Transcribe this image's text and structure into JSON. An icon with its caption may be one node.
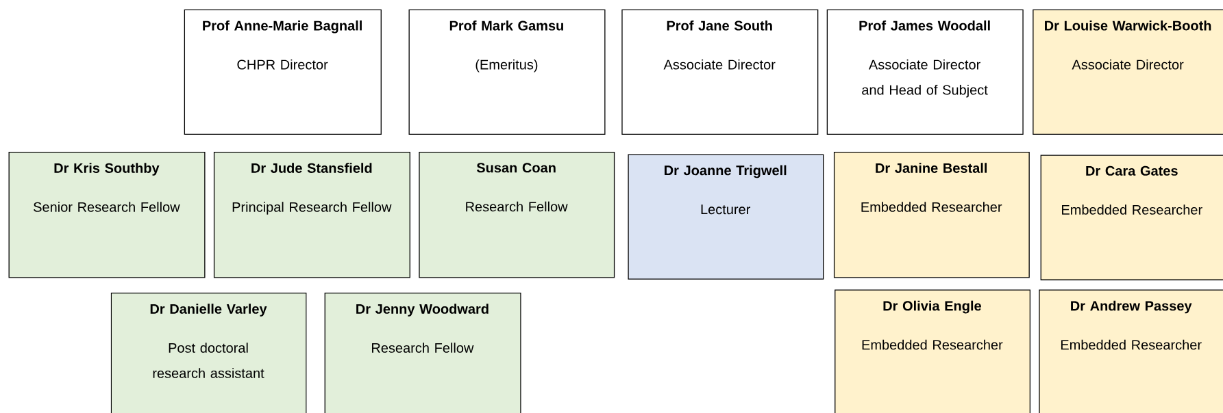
{
  "diagram": {
    "nodes": [
      {
        "text": [
          "Prof Anne-Marie Bagnall",
          "CHPR Director"
        ]
      },
      {
        "text": [
          "Prof Mark Gamsu",
          "(Emeritus)"
        ]
      },
      {
        "text": [
          "Prof Jane South",
          "Associate Director"
        ]
      },
      {
        "text": [
          "Prof James Woodall",
          "Associate Director and Head of Subject"
        ]
      },
      {
        "text": [
          "Dr Louise Warwick-Booth",
          "Associate Director"
        ]
      },
      {
        "text": [
          "Dr Kris Southby",
          "Senior Research Fellow"
        ]
      },
      {
        "text": [
          "Dr Jude Stansfield",
          "Principal Research Fellow"
        ]
      },
      {
        "text": [
          "Susan Coan",
          "Research Fellow"
        ]
      },
      {
        "text": [
          "Dr Joanne Trigwell",
          "Lecturer"
        ]
      },
      {
        "text": [
          "Dr Janine Bestall",
          "Embedded Researcher"
        ]
      },
      {
        "text": [
          "Dr Cara Gates",
          "Embedded Researcher"
        ]
      },
      {
        "text": [
          "Dr Danielle Varley",
          "Post doctoral research assistant"
        ]
      },
      {
        "text": [
          "Dr Jenny Woodward",
          "Research Fellow"
        ]
      },
      {
        "text": [
          "Dr Olivia Engle",
          "Embedded Researcher"
        ]
      },
      {
        "text": [
          "Dr Andrew Passey",
          "Embedded Researcher"
        ]
      }
    ]
  }
}
